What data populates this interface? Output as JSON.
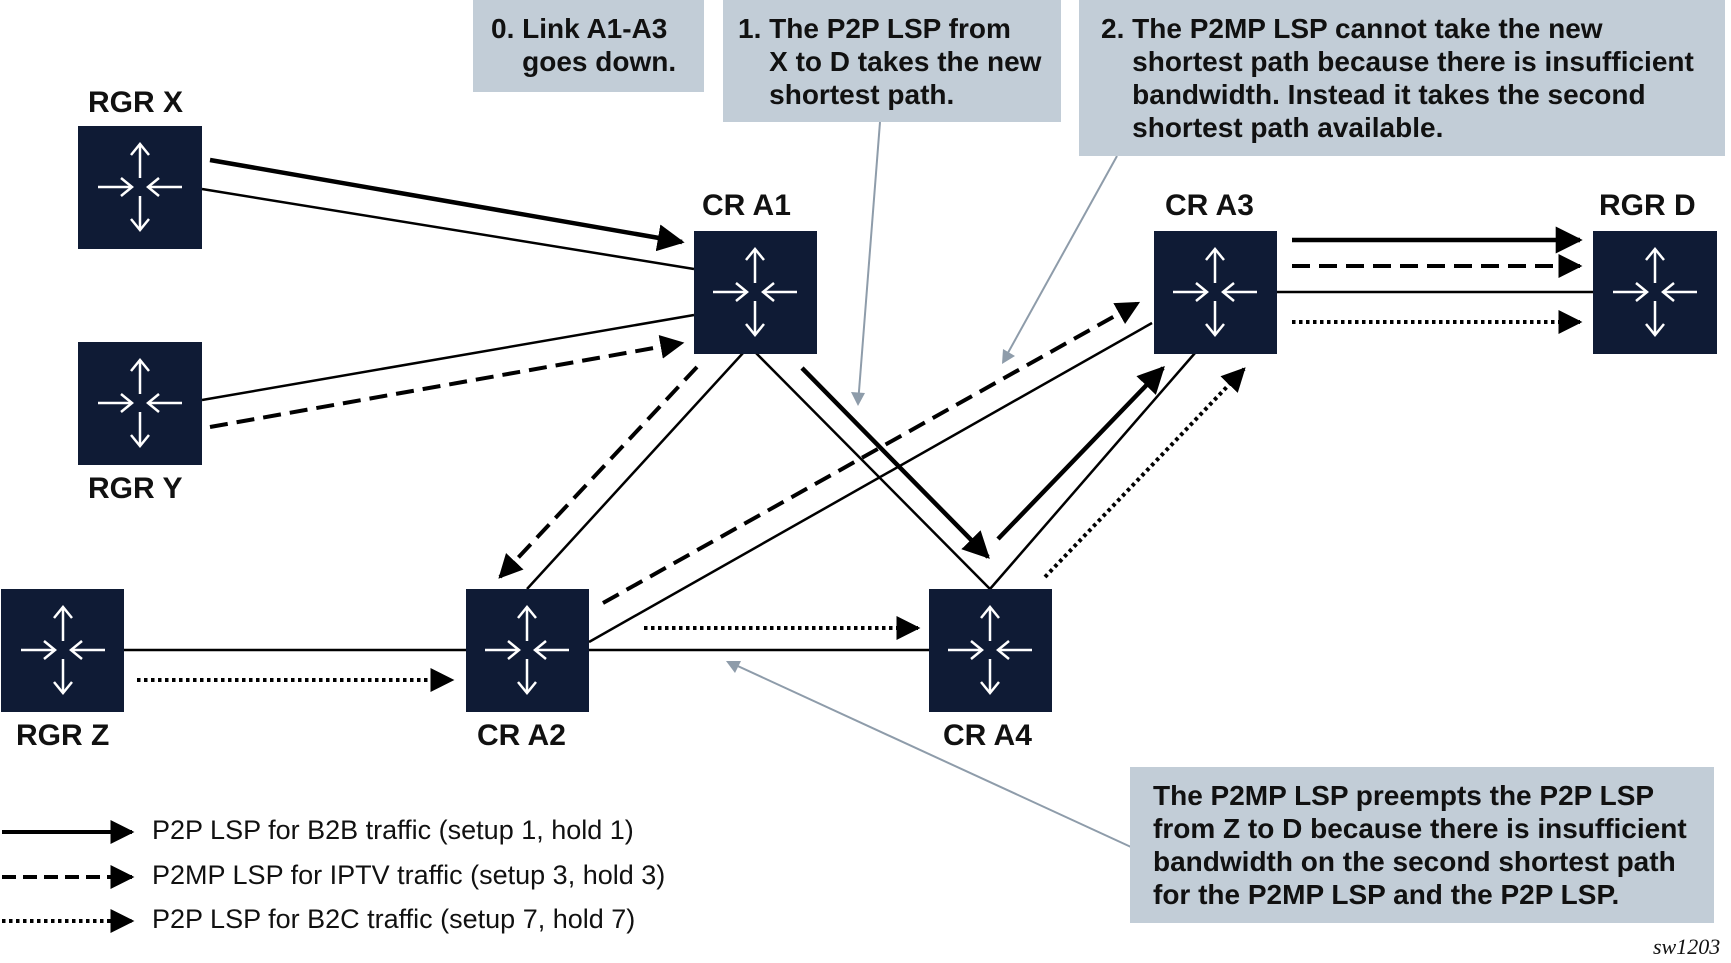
{
  "nodes": [
    {
      "id": "rgr-x",
      "label": "RGR X"
    },
    {
      "id": "rgr-y",
      "label": "RGR Y"
    },
    {
      "id": "rgr-z",
      "label": "RGR Z"
    },
    {
      "id": "cr-a1",
      "label": "CR A1"
    },
    {
      "id": "cr-a2",
      "label": "CR A2"
    },
    {
      "id": "cr-a3",
      "label": "CR A3"
    },
    {
      "id": "cr-a4",
      "label": "CR A4"
    },
    {
      "id": "rgr-d",
      "label": "RGR D"
    }
  ],
  "callouts": {
    "c0": {
      "num": "0. ",
      "text": "Link A1-A3\ngoes down."
    },
    "c1": {
      "num": "1. ",
      "text": "The P2P LSP from\nX to D takes the new\nshortest path."
    },
    "c2": {
      "num": "2. ",
      "text": "The P2MP LSP cannot take the new\nshortest path because there is insufficient\nbandwidth. Instead it takes the second\nshortest path available."
    },
    "c3": {
      "num": "",
      "text": "The P2MP LSP preempts the P2P LSP\nfrom Z to D because there is insufficient\nbandwidth on the second shortest path\nfor the P2MP LSP and the P2P LSP."
    }
  },
  "legend": [
    {
      "style": "solid",
      "label": "P2P LSP for B2B traffic (setup 1, hold 1)"
    },
    {
      "style": "dashed",
      "label": "P2MP LSP for IPTV traffic (setup 3, hold 3)"
    },
    {
      "style": "dotted",
      "label": "P2P LSP for B2C traffic (setup 7, hold 7)"
    }
  ],
  "watermark": "sw1203",
  "colors": {
    "router_fill": "#0f1b35",
    "callout_fill": "#c2cdd7",
    "pointer_line": "#8e9caa",
    "line": "#000000"
  }
}
